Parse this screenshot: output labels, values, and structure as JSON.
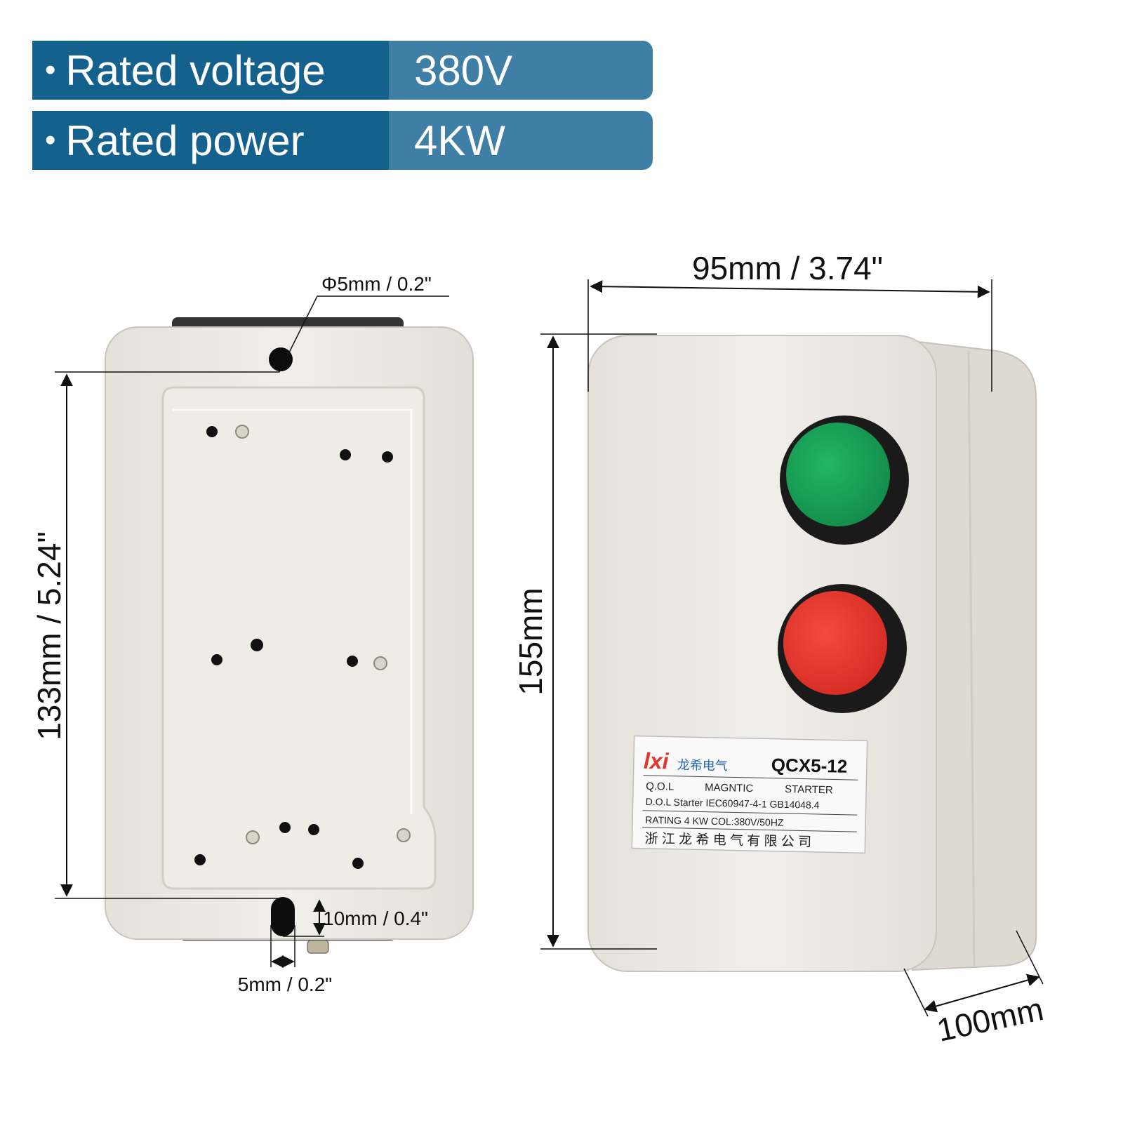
{
  "specs": [
    {
      "label": "Rated voltage",
      "value": "380V"
    },
    {
      "label": "Rated power",
      "value": "4KW"
    }
  ],
  "dimensions": {
    "hole_diameter": "Φ5mm / 0.2\"",
    "height_back": "133mm / 5.24\"",
    "slot_length": "10mm / 0.4\"",
    "slot_width": "5mm / 0.2\"",
    "width_front": "95mm / 3.74\"",
    "height_front": "155mm",
    "depth": "100mm"
  },
  "nameplate": {
    "brand": "lxi",
    "brand_cn": "龙希电气",
    "model": "QCX5-12",
    "line1": [
      "Q.O.L",
      "MAGNTIC",
      "STARTER"
    ],
    "line2": "D.O.L Starter  IEC60947-4-1 GB14048.4",
    "line3": "RATING 4 KW    COL:380V/50HZ",
    "company": "浙 江 龙 希 电 气 有 限 公 司"
  },
  "colors": {
    "label_bg": "#14618e",
    "value_bg": "#3f7fa5",
    "enclosure": "#ece9e2",
    "start_button": "#1aa356",
    "stop_button": "#ec3b32"
  }
}
